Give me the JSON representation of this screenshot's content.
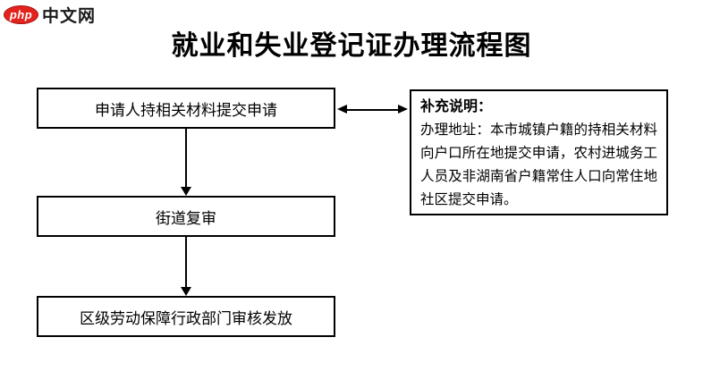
{
  "logo": {
    "php": "php",
    "suffix": "中文网"
  },
  "title": "就业和失业登记证办理流程图",
  "flowchart": {
    "steps": [
      {
        "label": "申请人持相关材料提交申请"
      },
      {
        "label": "街道复审"
      },
      {
        "label": "区级劳动保障行政部门审核发放"
      }
    ],
    "note": {
      "heading": "补充说明：",
      "body": "办理地址：本市城镇户籍的持相关材料向户口所在地提交申请，农村进城务工人员及非湖南省户籍常住人口向常住地社区提交申请。"
    }
  },
  "colors": {
    "logo_red": "#e3231d",
    "line": "#000000",
    "background": "#ffffff"
  }
}
